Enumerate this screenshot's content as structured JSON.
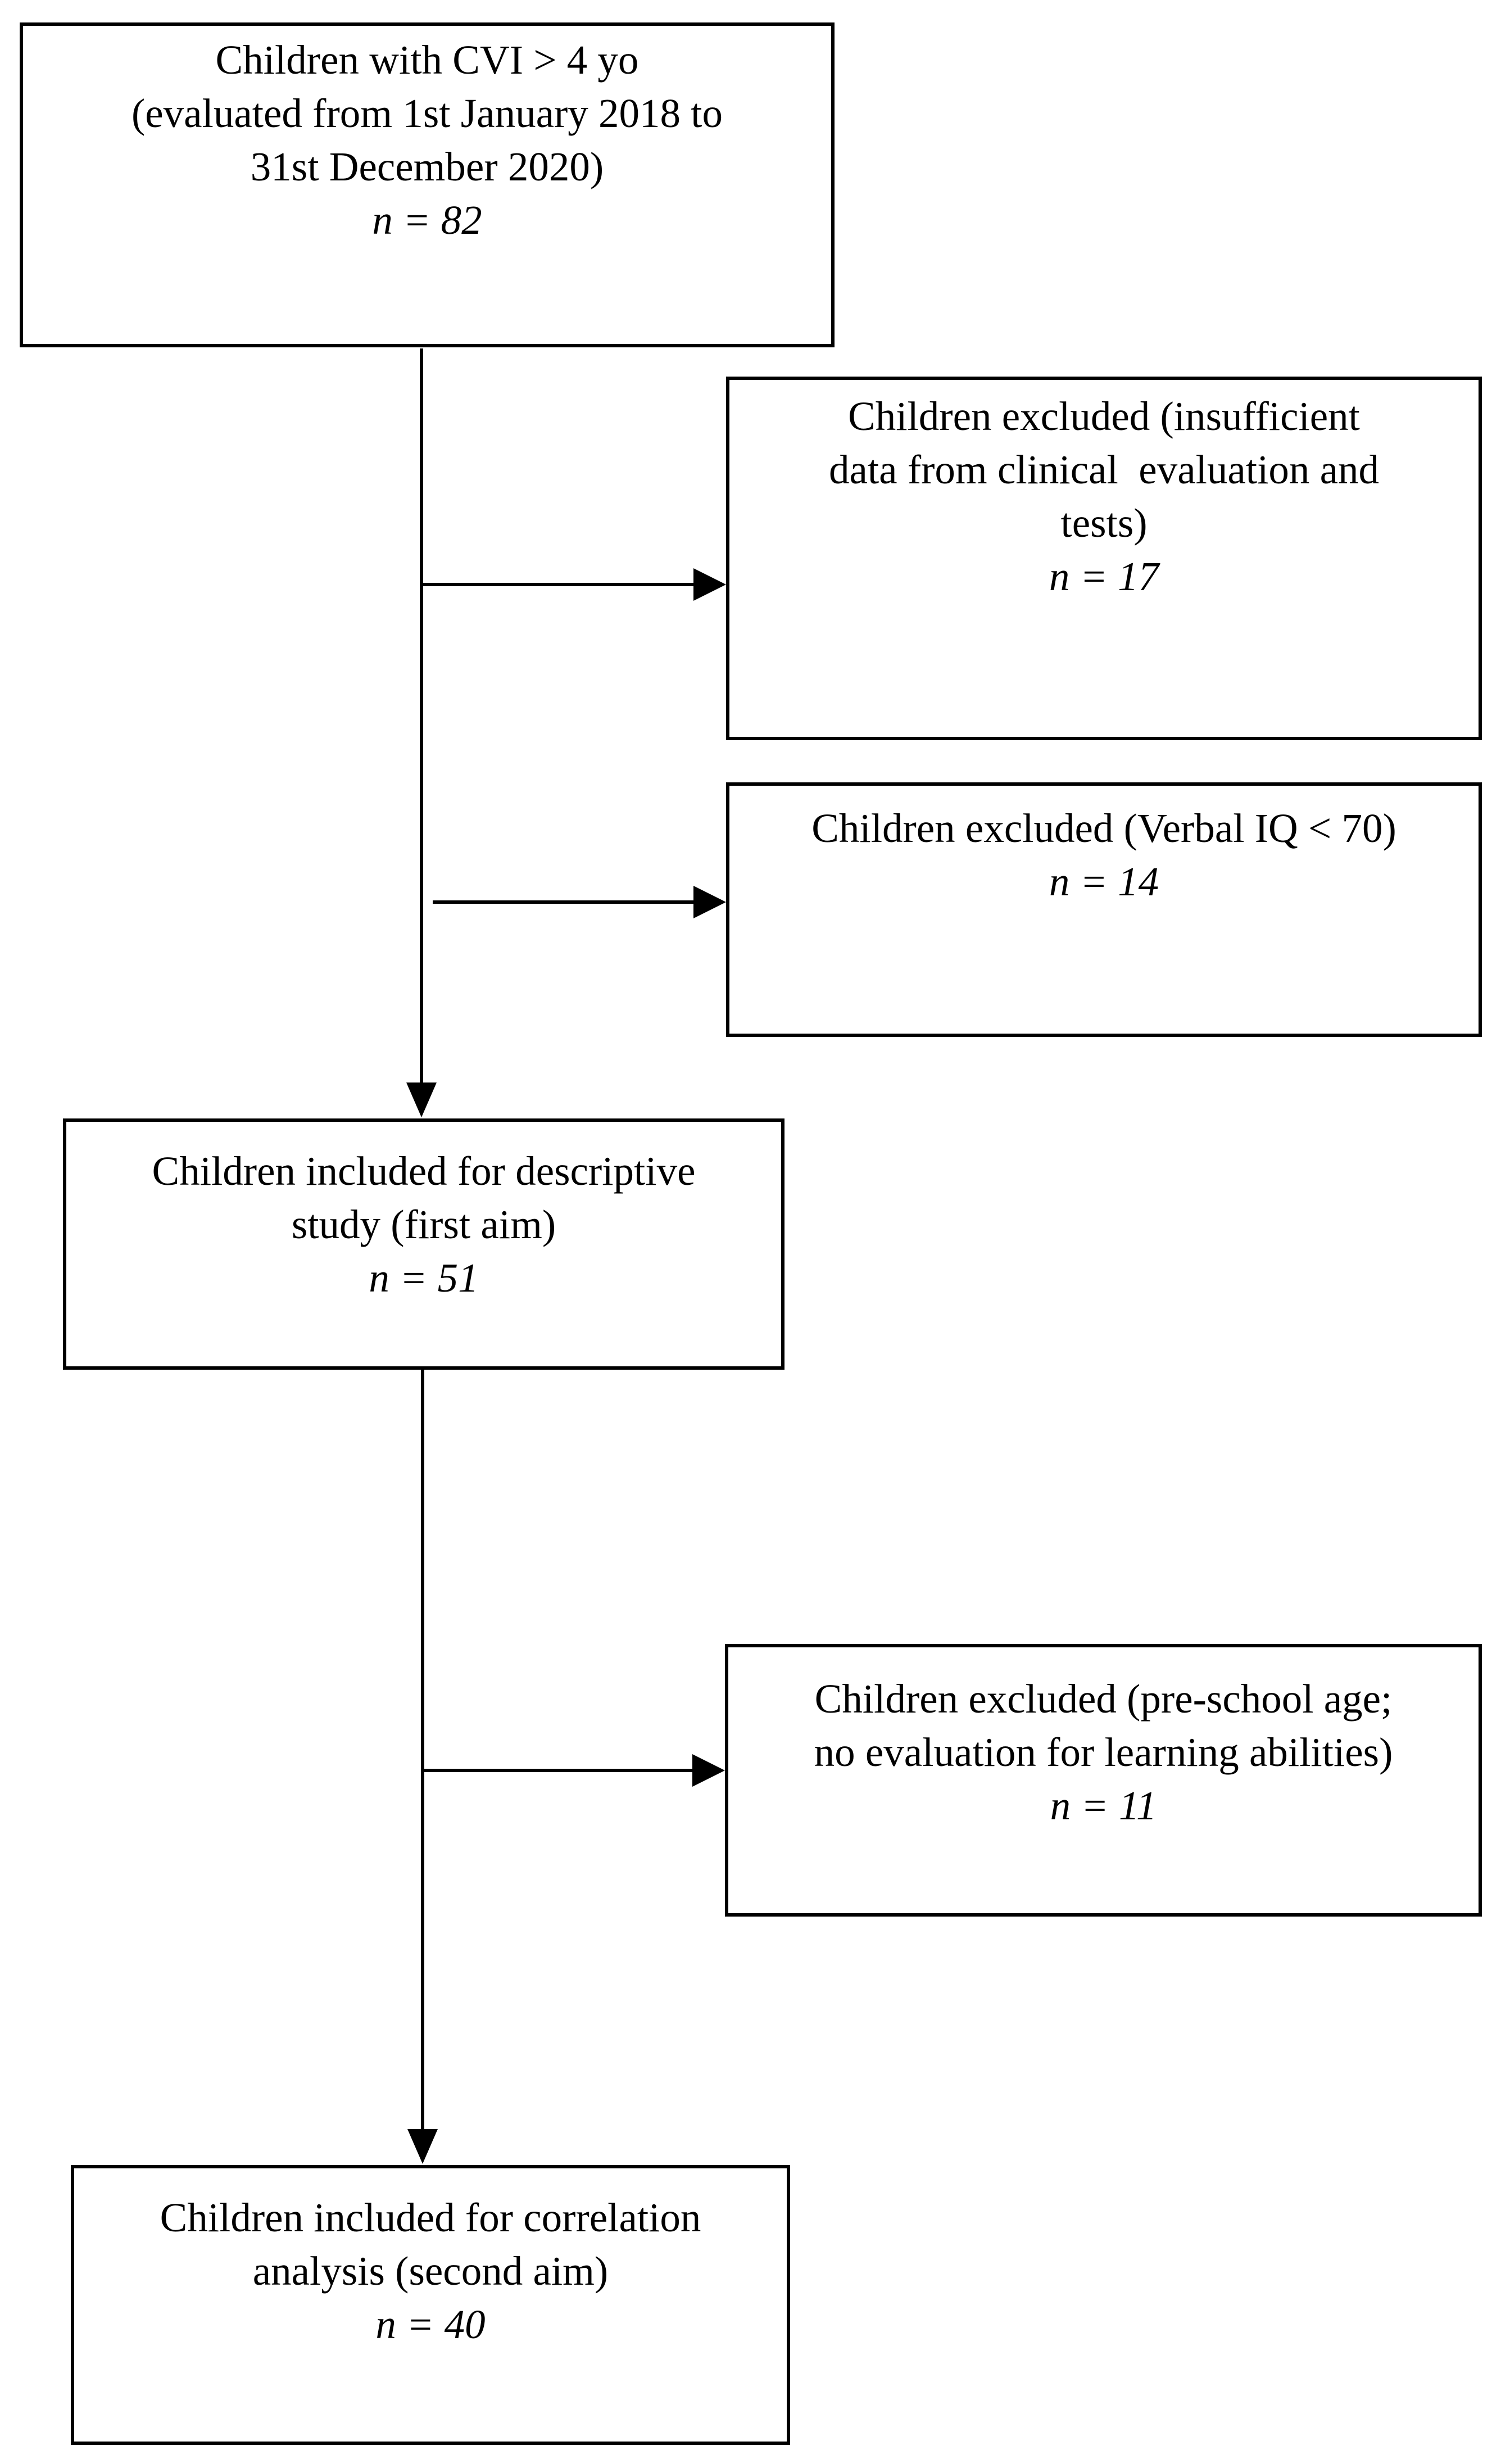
{
  "colors": {
    "background": "#ffffff",
    "line": "#000000",
    "text": "#000000"
  },
  "nodes": {
    "enrolled": {
      "lines": [
        "Children with CVI > 4 yo",
        "(evaluated from 1st January 2018 to",
        "31st December 2020)"
      ],
      "count": "n = 82"
    },
    "excluded_insufficient_data": {
      "lines": [
        "Children excluded (insufficient",
        "data from clinical  evaluation and",
        "tests)"
      ],
      "count": "n = 17"
    },
    "excluded_verbal_iq": {
      "lines": [
        "Children excluded (Verbal IQ < 70)"
      ],
      "count": "n = 14"
    },
    "included_descriptive": {
      "lines": [
        "Children included for descriptive",
        "study (first aim)"
      ],
      "count": "n = 51"
    },
    "excluded_preschool": {
      "lines": [
        "Children excluded (pre-school age;",
        "no evaluation for learning abilities)"
      ],
      "count": "n = 11"
    },
    "included_correlation": {
      "lines": [
        "Children included for correlation",
        "analysis (second aim)"
      ],
      "count": "n = 40"
    }
  },
  "edges": [
    {
      "from": "enrolled",
      "to": "excluded_insufficient_data"
    },
    {
      "from": "enrolled",
      "to": "excluded_verbal_iq"
    },
    {
      "from": "enrolled",
      "to": "included_descriptive"
    },
    {
      "from": "included_descriptive",
      "to": "excluded_preschool"
    },
    {
      "from": "included_descriptive",
      "to": "included_correlation"
    }
  ]
}
